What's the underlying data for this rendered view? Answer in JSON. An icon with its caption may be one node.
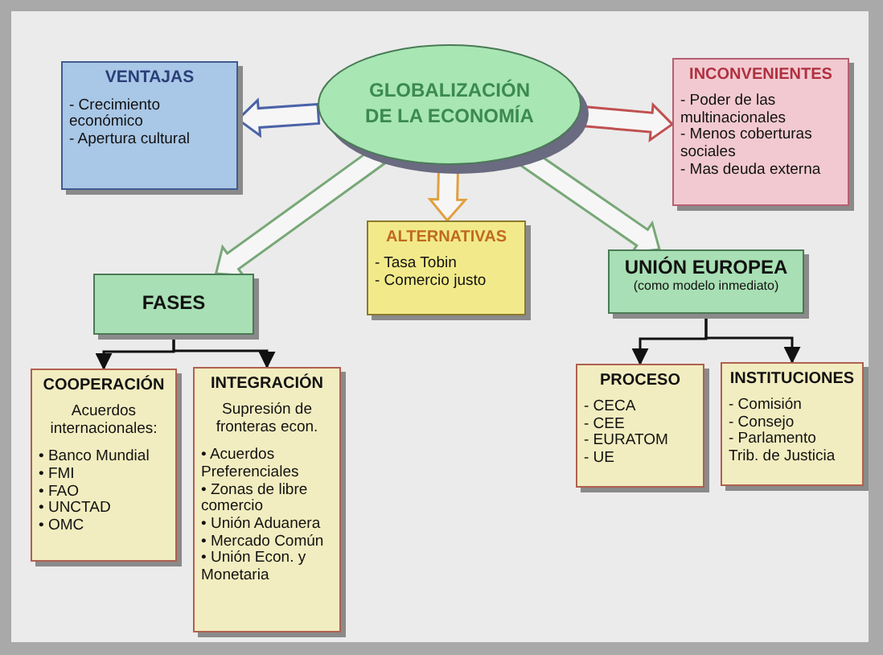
{
  "diagram": {
    "nodes": [
      {
        "text": [
          "GLOBALIZACIÓN DE LA ECONOMÍA"
        ]
      },
      {
        "text": [
          "VENTAJAS",
          "- Crecimiento económico",
          "- Apertura cultural"
        ]
      },
      {
        "text": [
          "INCONVENIENTES",
          "- Poder de las multinacionales",
          "- Menos coberturas sociales",
          "- Mas deuda externa"
        ]
      },
      {
        "text": [
          "ALTERNATIVAS",
          "- Tasa Tobin",
          "- Comercio justo"
        ]
      },
      {
        "text": [
          "FASES"
        ]
      },
      {
        "text": [
          "UNIÓN EUROPEA",
          "(como modelo inmediato)"
        ]
      },
      {
        "text": [
          "COOPERACIÓN",
          "Acuerdos internacionales:",
          "• Banco Mundial",
          "• FMI",
          "• FAO",
          "• UNCTAD",
          "• OMC"
        ]
      },
      {
        "text": [
          "INTEGRACIÓN",
          "Supresión de fronteras econ.",
          "• Acuerdos Preferenciales",
          "• Zonas de libre comercio",
          "• Unión Aduanera",
          "• Mercado Común",
          "• Unión Econ. y Monetaria"
        ]
      },
      {
        "text": [
          "PROCESO",
          "- CECA",
          "- CEE",
          "- EURATOM",
          "- UE"
        ]
      },
      {
        "text": [
          "INSTITUCIONES",
          "- Comisión",
          "- Consejo",
          "- Parlamento",
          "Trib. de Justicia"
        ]
      }
    ],
    "edges": [
      {
        "from": 0,
        "to": 1,
        "arrow": "to",
        "style": "thick",
        "color": "#4a62a8"
      },
      {
        "from": 0,
        "to": 2,
        "arrow": "to",
        "style": "thick",
        "color": "#c05050"
      },
      {
        "from": 0,
        "to": 3,
        "arrow": "to",
        "style": "thick",
        "color": "#e0a040"
      },
      {
        "from": 0,
        "to": 4,
        "arrow": "to",
        "style": "thick",
        "color": "#78a878"
      },
      {
        "from": 0,
        "to": 5,
        "arrow": "to",
        "style": "thick",
        "color": "#78a878"
      },
      {
        "from": 4,
        "to": 6,
        "arrow": "to"
      },
      {
        "from": 4,
        "to": 7,
        "arrow": "to"
      },
      {
        "from": 5,
        "to": 8,
        "arrow": "to"
      },
      {
        "from": 5,
        "to": 9,
        "arrow": "to"
      }
    ]
  }
}
